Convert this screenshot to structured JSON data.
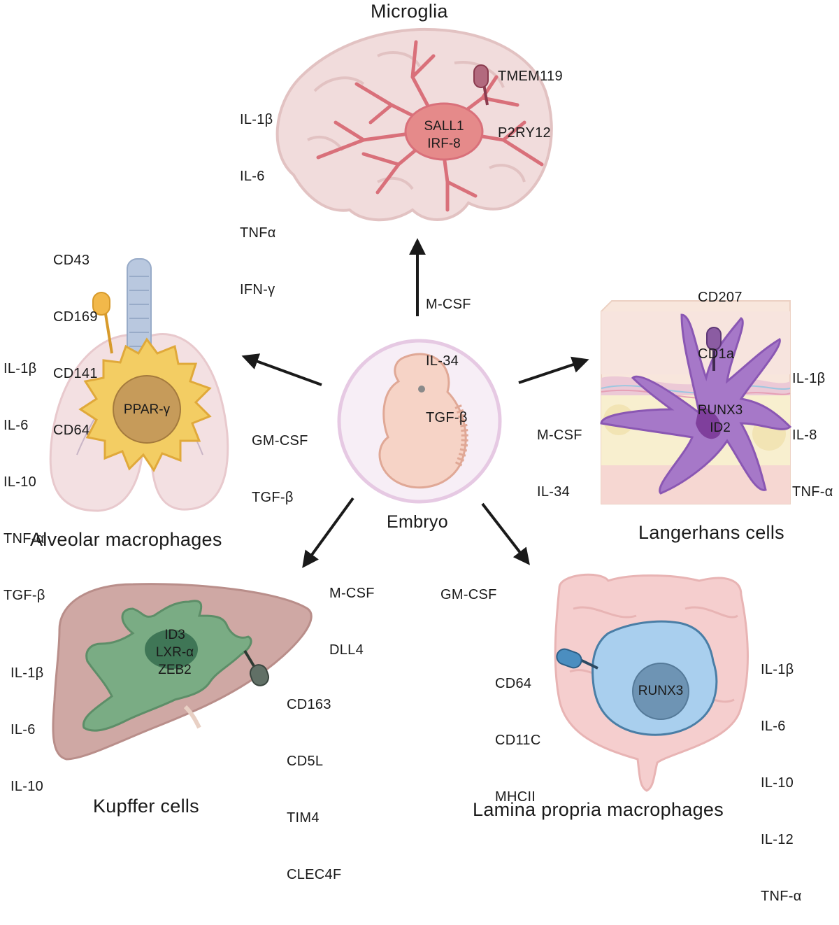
{
  "center": {
    "label": "Embryo"
  },
  "microglia": {
    "title": "Microglia",
    "surface_markers": [
      "TMEM119",
      "P2RY12"
    ],
    "cytokines": [
      "IL-1β",
      "IL-6",
      "TNFα",
      "IFN-γ"
    ],
    "transcription_factors": [
      "SALL1",
      "IRF-8"
    ],
    "growth_factors": [
      "M-CSF",
      "IL-34",
      "TGF-β"
    ]
  },
  "alveolar": {
    "title": "Alveolar macrophages",
    "surface_markers": [
      "CD43",
      "CD169",
      "CD141",
      "CD64"
    ],
    "cytokines": [
      "IL-1β",
      "IL-6",
      "IL-10",
      "TNF-α",
      "TGF-β"
    ],
    "transcription_factors": [
      "PPAR-γ"
    ],
    "growth_factors": [
      "GM-CSF",
      "TGF-β"
    ]
  },
  "langerhans": {
    "title": "Langerhans cells",
    "surface_markers": [
      "CD207",
      "CD1a"
    ],
    "cytokines": [
      "IL-1β",
      "IL-8",
      "TNF-α"
    ],
    "transcription_factors": [
      "RUNX3",
      "ID2"
    ],
    "growth_factors": [
      "M-CSF",
      "IL-34"
    ]
  },
  "kupffer": {
    "title": "Kupffer cells",
    "surface_markers": [
      "CD163",
      "CD5L",
      "TIM4",
      "CLEC4F"
    ],
    "cytokines": [
      "IL-1β",
      "IL-6",
      "IL-10"
    ],
    "transcription_factors": [
      "ID3",
      "LXR-α",
      "ZEB2"
    ],
    "growth_factors": [
      "M-CSF",
      "DLL4"
    ]
  },
  "lamina": {
    "title": "Lamina propria macrophages",
    "surface_markers": [
      "CD64",
      "CD11C",
      "MHCII"
    ],
    "cytokines": [
      "IL-1β",
      "IL-6",
      "IL-10",
      "IL-12",
      "TNF-α"
    ],
    "transcription_factors": [
      "RUNX3"
    ],
    "growth_factors": [
      "GM-CSF"
    ]
  },
  "colors": {
    "arrow": "#1a1a1a",
    "microglia_cell": "#e58a8a",
    "brain": "#f1dcdc",
    "alveolar_cell": "#f3cd63",
    "lung": "#f3e0e2",
    "langerhans_cell": "#a678c8",
    "skin": "#f8e6dc",
    "kupffer_cell": "#7aac84",
    "liver": "#cfa8a4",
    "lamina_cell": "#a9cfee",
    "intestine": "#f5cece",
    "embryo": "#f6d3c6"
  }
}
